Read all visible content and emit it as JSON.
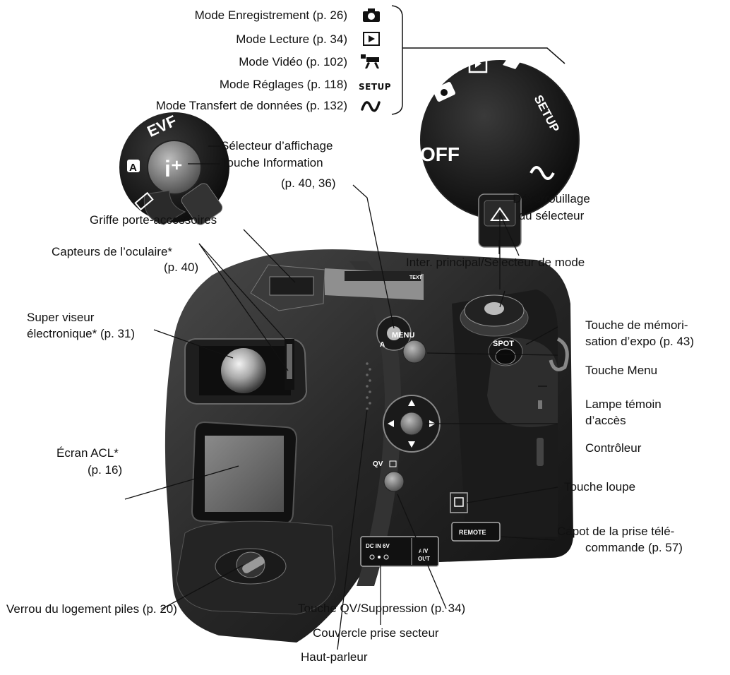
{
  "modes": [
    {
      "label": "Mode Enregistrement (p. 26)",
      "icon": "camera-icon"
    },
    {
      "label": "Mode Lecture (p. 34)",
      "icon": "playback-icon"
    },
    {
      "label": "Mode Vidéo (p. 102)",
      "icon": "movie-icon"
    },
    {
      "label": "Mode Réglages (p. 118)",
      "icon": "setup-text",
      "icon_text": "SETUP"
    },
    {
      "label": "Mode Transfert de données (p. 132)",
      "icon": "data-transfer-icon"
    }
  ],
  "inset_dial": {
    "off": "OFF",
    "setup": "SETUP"
  },
  "small_dial": {
    "evf": "EVF",
    "auto": "A",
    "info": "i⁺"
  },
  "camera_text": {
    "menu": "MENU",
    "spot": "SPOT",
    "remote": "REMOTE",
    "qv": "QV",
    "dcin": "DC IN 6V",
    "av": "A/V",
    "out": "OUT",
    "text": "TEXT"
  },
  "callouts": {
    "selecteur_affichage": "Sélecteur d’affichage",
    "touche_information": "Touche Information",
    "info_pages": "(p. 40, 36)",
    "deverrouillage_1": "Dévérrouillage",
    "deverrouillage_2": "du sélecteur",
    "griffe": "Griffe porte-accessoires",
    "capteurs_1": "Capteurs de l’oculaire*",
    "capteurs_2": "(p. 40)",
    "inter_principal": "Inter. principal/Sélecteur de mode",
    "super_viseur_1": "Super viseur",
    "super_viseur_2": "électronique* (p. 31)",
    "memorisation_1": "Touche de mémori-",
    "memorisation_2": "sation d’expo (p. 43)",
    "touche_menu": "Touche Menu",
    "lampe_1": "Lampe témoin",
    "lampe_2": "d’accès",
    "ecran_1": "Écran ACL*",
    "ecran_2": "(p. 16)",
    "controleur": "Contrôleur",
    "touche_loupe": "Touche loupe",
    "capot_1": "Capot de la prise télé-",
    "capot_2": "commande (p. 57)",
    "verrou": "Verrou du logement piles (p. 20)",
    "touche_qv": "Touche QV/Suppression (p. 34)",
    "couvercle": "Couvercle prise secteur",
    "haut_parleur": "Haut-parleur"
  }
}
